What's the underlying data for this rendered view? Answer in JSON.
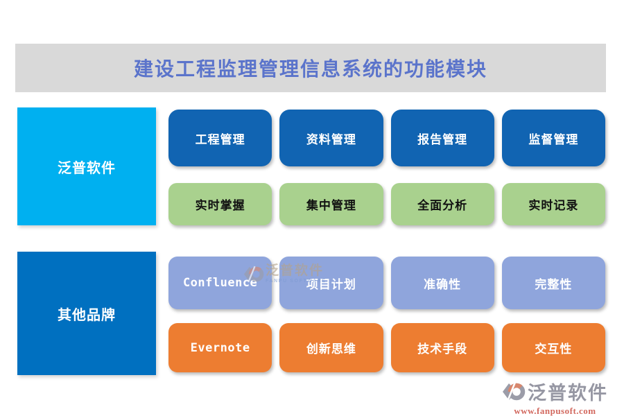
{
  "title": "建设工程监理管理信息系统的功能模块",
  "colors": {
    "banner_bg": "#D9D9D9",
    "title_text": "#5B74CB",
    "fanpu_box": "#00B0F0",
    "other_box": "#0070C0",
    "row_blue": "#1164B2",
    "row_green": "#A9D18E",
    "row_periwinkle": "#8FA5DC",
    "row_orange": "#ED7D31",
    "footer_brand": "#9697A3",
    "footer_url": "#D2685E"
  },
  "sidebar": {
    "fanpu_label": "泛普软件",
    "other_label": "其他品牌"
  },
  "grid": {
    "row1": {
      "items": [
        "工程管理",
        "资料管理",
        "报告管理",
        "监督管理"
      ]
    },
    "row2": {
      "items": [
        "实时掌握",
        "集中管理",
        "全面分析",
        "实时记录"
      ]
    },
    "row3": {
      "items": [
        "Confluence",
        "项目计划",
        "准确性",
        "完整性"
      ]
    },
    "row4": {
      "items": [
        "Evernote",
        "创新思维",
        "技术手段",
        "交互性"
      ]
    }
  },
  "watermark": {
    "brand": "泛普软件",
    "subtitle": "FANPU SOFTWARE"
  },
  "footer": {
    "brand": "泛普软件",
    "url": "www.fanpusoft.com"
  }
}
